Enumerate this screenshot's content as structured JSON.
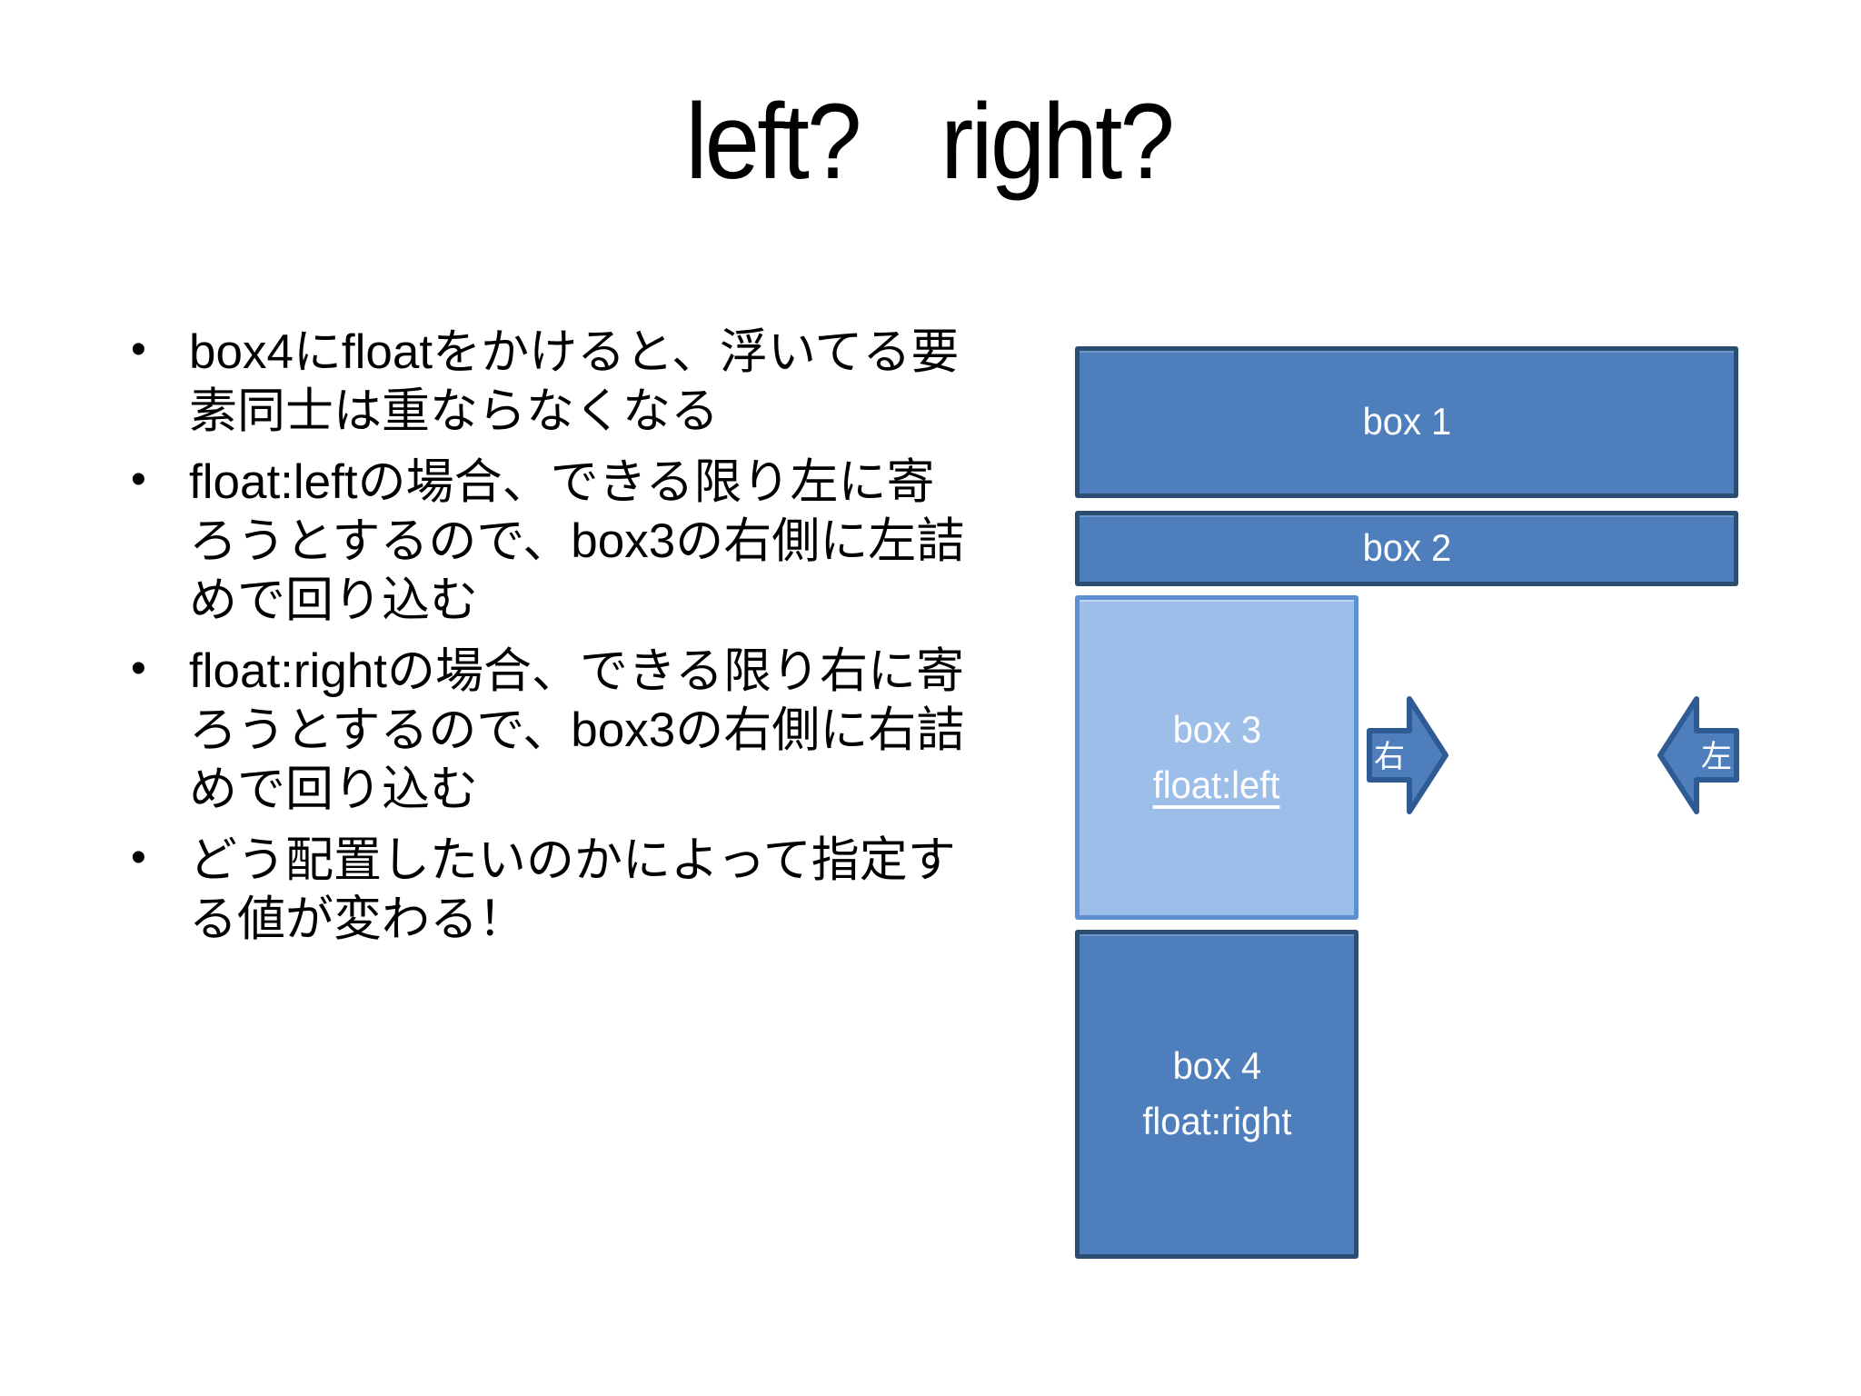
{
  "slide": {
    "title_words": [
      "left?",
      "right?"
    ],
    "bullets": [
      "box4にfloatをかけると、浮いてる要素同士は重ならなくなる",
      "float:leftの場合、できる限り左に寄ろうとするので、box3の右側に左詰めで回り込む",
      "float:rightの場合、できる限り右に寄ろうとするので、box3の右側に右詰めで回り込む",
      "どう配置したいのかによって指定する値が変わる！"
    ]
  },
  "diagram": {
    "boxes": [
      {
        "label": "box 1"
      },
      {
        "label": "box 2"
      },
      {
        "label": "box 3",
        "sublabel": "float:left"
      },
      {
        "label": "box 4",
        "sublabel": "float:right"
      }
    ],
    "arrows": {
      "right_label": "右",
      "left_label": "左"
    },
    "colors": {
      "box_fill": "#4e7ebb",
      "box_border": "#2b4d71",
      "box3_fill": "#9dbee8",
      "box3_border": "#5e8fd0",
      "arrow_fill": "#4e7ebb",
      "arrow_border": "#2e5b94",
      "box_text": "#ffffff",
      "body_text": "#000000"
    }
  }
}
